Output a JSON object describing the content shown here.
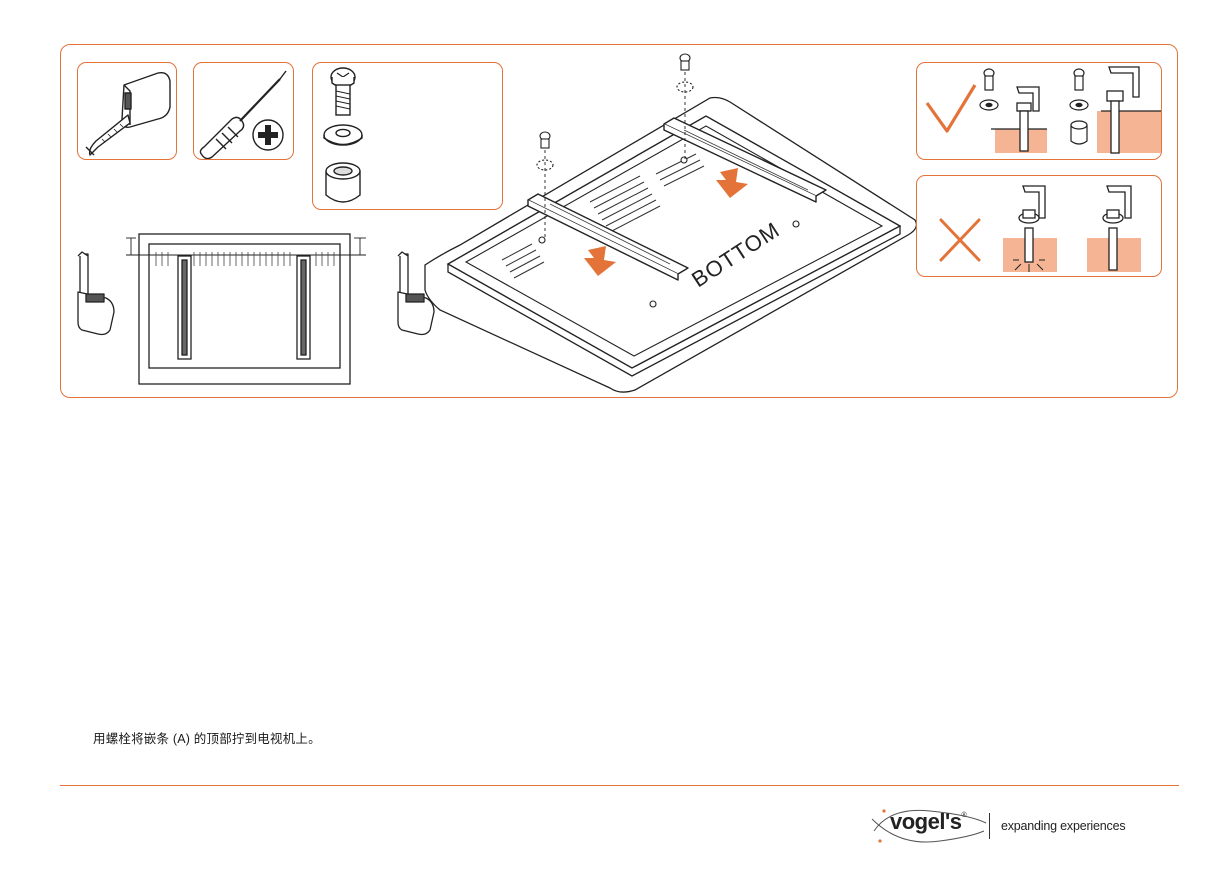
{
  "illustration": {
    "tv_label": "BOTTOM",
    "accent_color": "#e4733a",
    "accent_fill": "#f5b594",
    "tools": [
      "tape-measure-icon",
      "phillips-screwdriver-icon"
    ],
    "parts": [
      "bolt-icon",
      "washer-icon",
      "spacer-icon"
    ],
    "correct_mark": "checkmark-icon",
    "wrong_mark": "cross-icon"
  },
  "instruction": {
    "text": "用螺栓将嵌条 (A) 的顶部拧到电视机上。"
  },
  "footer": {
    "brand": "vogel's",
    "brand_mark": "®",
    "tagline": "expanding experiences"
  }
}
